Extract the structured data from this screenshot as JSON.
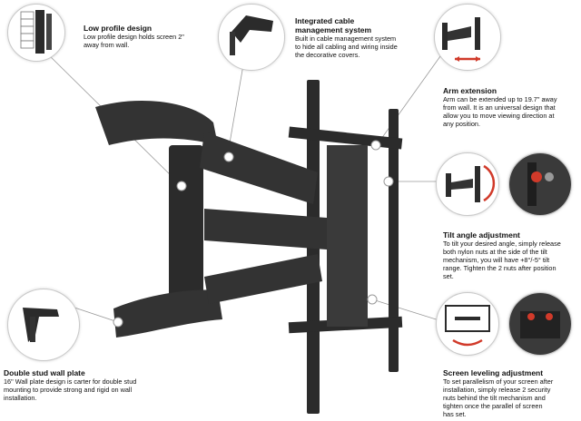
{
  "features": [
    {
      "id": "low_profile",
      "title": "Low profile design",
      "desc": [
        "Low profile design holds screen 2\"",
        "away from wall."
      ]
    },
    {
      "id": "cable",
      "title": [
        "Integrated cable",
        "management system"
      ],
      "desc": [
        "Built in cable management system",
        "to hide all cabling and wiring inside",
        "the decorative covers."
      ]
    },
    {
      "id": "arm",
      "title": "Arm extension",
      "desc": [
        "Arm can be extended up to 19.7\" away",
        "from wall. It is an universal design that",
        "allow you to move viewing direction at",
        "any position."
      ]
    },
    {
      "id": "tilt",
      "title": "Tilt angle adjustment",
      "desc": [
        "To tilt your desired angle, simply release",
        "both nylon nuts at the side of the tilt",
        "mechanism, you will have +8°/-5° tilt",
        "range. Tighten the 2 nuts after position",
        "set."
      ]
    },
    {
      "id": "stud",
      "title": "Double stud wall plate",
      "desc": [
        "16\" Wall plate design is carter for double stud",
        "mounting to provide strong and rigid  on wall",
        "installation."
      ]
    },
    {
      "id": "level",
      "title": "Screen leveling adjustment",
      "desc": [
        "To set parallelism of your screen after",
        "installation, simply release 2 security",
        "nuts behind the tilt mechanism and",
        "tighten once the parallel of screen",
        "has set."
      ]
    }
  ],
  "colors": {
    "metal": "#2b2b2b",
    "metal_light": "#555555",
    "arrow": "#d13a2a",
    "line": "#9a9a9a"
  }
}
